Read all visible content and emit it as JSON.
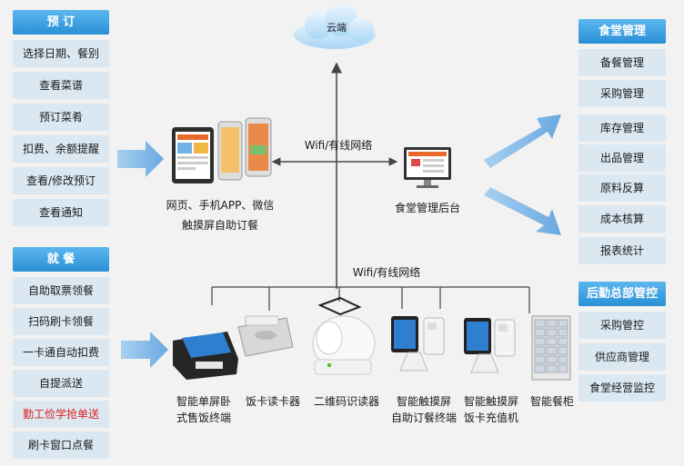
{
  "cloud": {
    "label": "云端"
  },
  "network": {
    "top_label": "Wifi/有线网络",
    "bottom_label": "Wifi/有线网络"
  },
  "left_top_panel": {
    "title": "预 订",
    "items": [
      "选择日期、餐别",
      "查看菜谱",
      "预订菜肴",
      "扣费、余额提醒",
      "查看/修改预订",
      "查看通知"
    ]
  },
  "left_bottom_panel": {
    "title": "就 餐",
    "items": [
      "自助取票领餐",
      "扫码刷卡领餐",
      "一卡通自动扣费",
      "自提派送",
      "勤工俭学抢单送",
      "刷卡窗口点餐"
    ],
    "highlight_color": "#e02020"
  },
  "right_top_panel": {
    "title": "食堂管理",
    "items": [
      "备餐管理",
      "采购管理",
      "库存管理",
      "出品管理",
      "原料反算",
      "成本核算",
      "报表统计"
    ]
  },
  "right_bottom_panel": {
    "title": "后勤总部管控",
    "items": [
      "采购管控",
      "供应商管理",
      "食堂经营监控"
    ]
  },
  "center": {
    "ordering_label_1": "网页、手机APP、微信",
    "ordering_label_2": "触摸屏自助订餐",
    "backend_label": "食堂管理后台"
  },
  "devices": {
    "d1_line1": "智能单屏卧",
    "d1_line2": "式售饭终端",
    "d2": "饭卡读卡器",
    "d3": "二维码识读器",
    "d4_line1": "智能触摸屏",
    "d4_line2": "自助订餐终端",
    "d5_line1": "智能触摸屏",
    "d5_line2": "饭卡充值机",
    "d6": "智能餐柜"
  },
  "colors": {
    "accent": "#2a8fd6",
    "item_bg": "#dbe8f2",
    "arrow": "#7fb6e6"
  }
}
